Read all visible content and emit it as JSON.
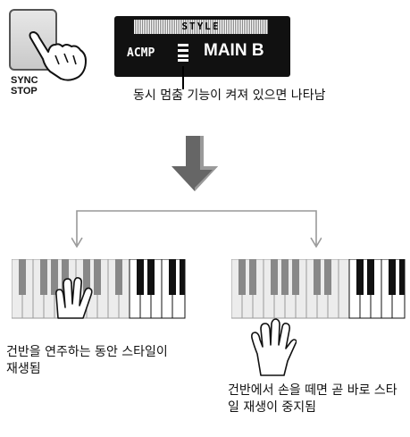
{
  "sync_button": {
    "line1": "SYNC",
    "line2": "STOP"
  },
  "display": {
    "title": "STYLE",
    "acmp": "ACMP",
    "mode": "MAIN B"
  },
  "callout_text": "동시 멈춤 기능이 켜져 있으면 나타남",
  "captions": {
    "left": "건반을 연주하는 동안 스타일이 재생됨",
    "right": "건반에서 손을 떼면 곧 바로 스타일 재생이 중지됨"
  }
}
